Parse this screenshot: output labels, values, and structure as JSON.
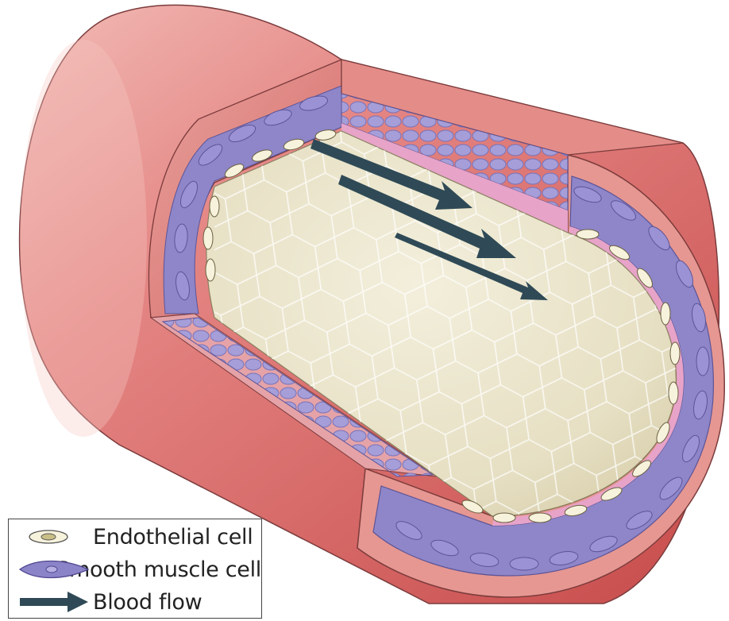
{
  "legend": {
    "items": [
      {
        "label": "Endothelial cell",
        "icon": "endothelial-cell-icon"
      },
      {
        "label": "Smooth muscle cell",
        "icon": "smooth-muscle-cell-icon"
      },
      {
        "label": "Blood flow",
        "icon": "blood-flow-arrow-icon"
      }
    ]
  },
  "colors": {
    "vessel_wall": "#d9605f",
    "vessel_wall_light": "#f0b7b2",
    "vessel_wall_dark": "#c14c4e",
    "lumen": "#e9e3c8",
    "smooth_muscle": "#8c84c8",
    "endothelium": "#f4f0dc",
    "arrow": "#2f4a56"
  }
}
